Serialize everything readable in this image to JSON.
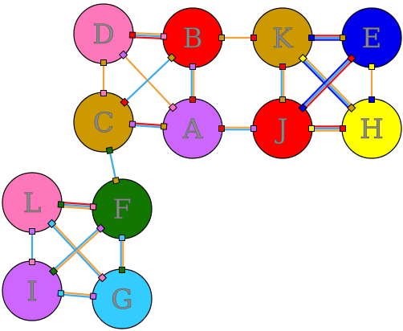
{
  "colors": {
    "pink": "#ff77bb",
    "red": "#ff0000",
    "gold": "#cc9900",
    "blue": "#0000ee",
    "violet": "#cc66ff",
    "yellow": "#ffff00",
    "green": "#117700",
    "cyan": "#33ccff",
    "edge_orange": "#f2a23a",
    "edge_skyblue": "#3ba9f0",
    "edge_red": "#ee1111",
    "edge_blue": "#1111ee"
  },
  "nodes": [
    {
      "id": "D",
      "label": "D",
      "color": "pink"
    },
    {
      "id": "B",
      "label": "B",
      "color": "red"
    },
    {
      "id": "K",
      "label": "K",
      "color": "gold"
    },
    {
      "id": "E",
      "label": "E",
      "color": "blue"
    },
    {
      "id": "C",
      "label": "C",
      "color": "gold"
    },
    {
      "id": "A",
      "label": "A",
      "color": "violet"
    },
    {
      "id": "J",
      "label": "J",
      "color": "red"
    },
    {
      "id": "H",
      "label": "H",
      "color": "yellow"
    },
    {
      "id": "L",
      "label": "L",
      "color": "pink"
    },
    {
      "id": "F",
      "label": "F",
      "color": "green"
    },
    {
      "id": "I",
      "label": "I",
      "color": "violet"
    },
    {
      "id": "G",
      "label": "G",
      "color": "cyan"
    }
  ],
  "edges": [
    {
      "from": "D",
      "to": "B",
      "colors": [
        "edge_orange",
        "edge_skyblue",
        "edge_red"
      ]
    },
    {
      "from": "D",
      "to": "C",
      "colors": [
        "edge_orange"
      ]
    },
    {
      "from": "D",
      "to": "A",
      "colors": [
        "edge_orange"
      ]
    },
    {
      "from": "B",
      "to": "C",
      "colors": [
        "edge_skyblue"
      ]
    },
    {
      "from": "B",
      "to": "A",
      "colors": [
        "edge_orange",
        "edge_skyblue"
      ]
    },
    {
      "from": "B",
      "to": "K",
      "colors": [
        "edge_orange"
      ]
    },
    {
      "from": "C",
      "to": "A",
      "colors": [
        "edge_red",
        "edge_skyblue"
      ]
    },
    {
      "from": "C",
      "to": "F",
      "colors": [
        "edge_skyblue"
      ]
    },
    {
      "from": "A",
      "to": "J",
      "colors": [
        "edge_orange",
        "edge_skyblue"
      ]
    },
    {
      "from": "K",
      "to": "E",
      "colors": [
        "edge_red",
        "edge_skyblue",
        "edge_blue"
      ]
    },
    {
      "from": "K",
      "to": "J",
      "colors": [
        "edge_orange",
        "edge_skyblue"
      ]
    },
    {
      "from": "K",
      "to": "H",
      "colors": [
        "edge_orange",
        "edge_skyblue",
        "edge_blue"
      ]
    },
    {
      "from": "E",
      "to": "J",
      "colors": [
        "edge_red",
        "edge_skyblue",
        "edge_blue"
      ]
    },
    {
      "from": "E",
      "to": "H",
      "colors": [
        "edge_orange"
      ]
    },
    {
      "from": "J",
      "to": "H",
      "colors": [
        "edge_red",
        "edge_skyblue",
        "edge_orange"
      ]
    },
    {
      "from": "L",
      "to": "F",
      "colors": [
        "edge_red",
        "edge_skyblue",
        "edge_orange"
      ]
    },
    {
      "from": "L",
      "to": "I",
      "colors": [
        "edge_skyblue"
      ]
    },
    {
      "from": "L",
      "to": "G",
      "colors": [
        "edge_orange",
        "edge_skyblue"
      ]
    },
    {
      "from": "F",
      "to": "I",
      "colors": [
        "edge_orange",
        "edge_skyblue"
      ]
    },
    {
      "from": "F",
      "to": "G",
      "colors": [
        "edge_orange",
        "edge_skyblue"
      ]
    },
    {
      "from": "I",
      "to": "G",
      "colors": [
        "edge_orange",
        "edge_skyblue"
      ]
    }
  ]
}
